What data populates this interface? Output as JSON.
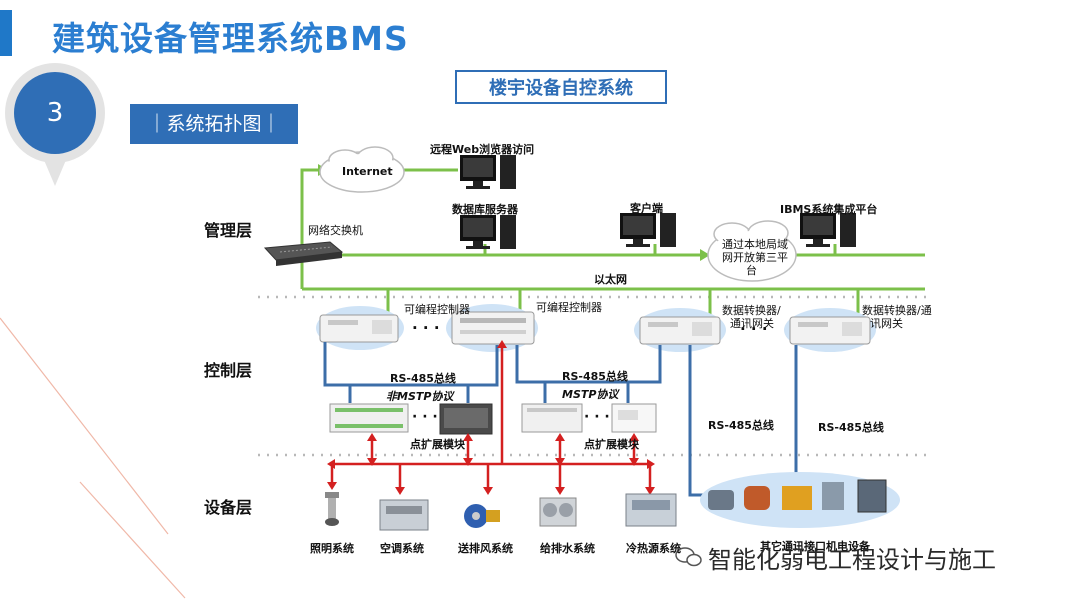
{
  "header": {
    "title": "建筑设备管理系统BMS",
    "section_number": "3",
    "section_label": "｜系统拓扑图｜",
    "system_title": "楼宇设备自控系统"
  },
  "layers": {
    "management": "管理层",
    "control": "控制层",
    "device": "设备层"
  },
  "management": {
    "internet": "Internet",
    "remote_web": "远程Web浏览器访问",
    "db_server": "数据库服务器",
    "client": "客户端",
    "ibms": "IBMS系统集成平台",
    "switch": "网络交换机",
    "third_party": [
      "通过本地局域",
      "网开放第三平",
      "台"
    ],
    "ethernet": "以太网"
  },
  "control": {
    "plc1": "可编程控制器",
    "plc2": "可编程控制器",
    "gw1": [
      "数据转换器/",
      "通讯网关"
    ],
    "gw2": [
      "数据转换器/通",
      "讯网关"
    ],
    "rs485_1": "RS-485总线",
    "nonmstp": "非MSTP协议",
    "rs485_2": "RS-485总线",
    "mstp": "MSTP协议",
    "ext1": "点扩展模块",
    "ext2": "点扩展模块",
    "rs485_3": "RS-485总线",
    "rs485_4": "RS-485总线",
    "dots": "· · ·"
  },
  "devices": {
    "lighting": "照明系统",
    "hvac": "空调系统",
    "fan": "送排风系统",
    "water": "给排水系统",
    "cooling": "冷热源系统",
    "other": "其它通讯接口机电设备"
  },
  "watermark": "智能化弱电工程设计与施工",
  "colors": {
    "accent": "#2b7ed1",
    "network_green": "#7cc04a",
    "bus_blue": "#3c6ea8",
    "io_red": "#d42020"
  }
}
